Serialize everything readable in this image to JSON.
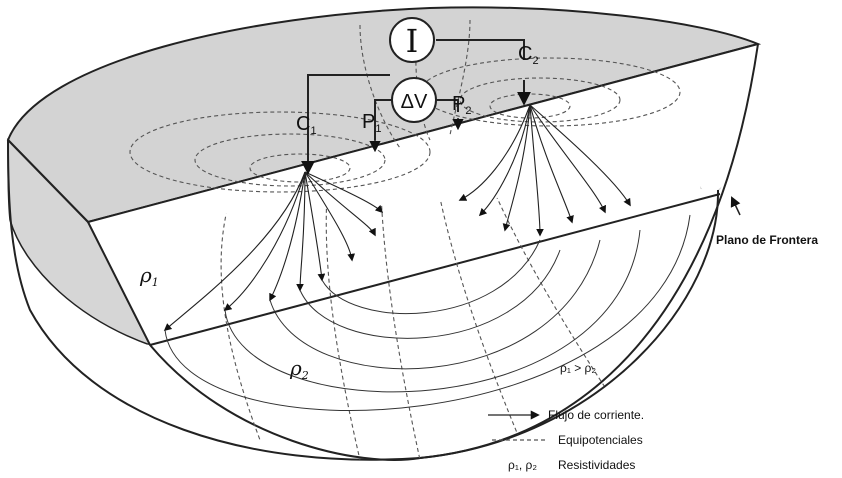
{
  "instrument": {
    "current": "I",
    "voltage": "ΔV"
  },
  "electrodes": {
    "c1": "C",
    "c1_sub": "1",
    "c2": "C",
    "c2_sub": "2",
    "p1": "P",
    "p1_sub": "1",
    "p2": "P",
    "p2_sub": "2"
  },
  "layers": {
    "rho1": "ρ",
    "rho1_sub": "1",
    "rho2": "ρ",
    "rho2_sub": "2",
    "relation": "ρ₁ > ρ₂"
  },
  "boundary_label": "Plano de Frontera",
  "legend": {
    "current_flow": "Flujo de corriente.",
    "equipotentials": "Equipotenciales",
    "symbols": "ρ₁, ρ₂",
    "resistivities": "Resistividades"
  },
  "colors": {
    "shading": "#d3d3d3",
    "line": "#222222",
    "dashed": "#555555"
  }
}
